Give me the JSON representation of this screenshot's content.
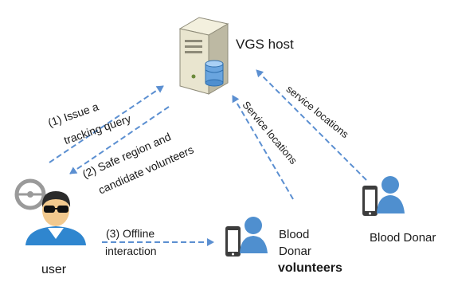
{
  "nodes": {
    "host": "VGS host",
    "user": "user",
    "volunteer_name": [
      "Blood",
      "Donar"
    ],
    "volunteer_role": "volunteers",
    "donor": "Blood Donar"
  },
  "edges": {
    "step1": [
      "(1)  Issue a",
      "tracking query"
    ],
    "step2": [
      "(2) Safe region and",
      "candidate volunteers"
    ],
    "step3": [
      "(3) Offline",
      "interaction"
    ],
    "service_volunteer": "Service locations",
    "service_donor": "service locations"
  },
  "colors": {
    "arrow": "#5b8fd1",
    "icon_blue": "#4f8fcf",
    "server_body": "#e9e5cf",
    "server_shade": "#8d8a78"
  },
  "icons": [
    "server-icon",
    "database-icon",
    "user-icon",
    "steering-wheel-icon",
    "phone-icon",
    "person-icon"
  ]
}
